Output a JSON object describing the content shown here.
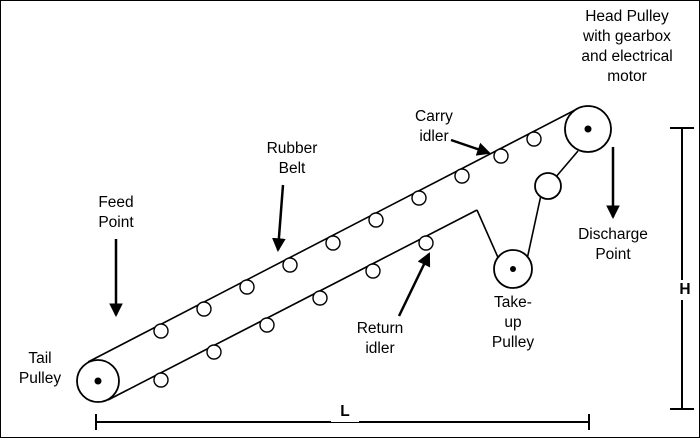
{
  "diagram": {
    "type": "belt-conveyor-schematic",
    "labels": {
      "head_pulley": "Head Pulley\nwith gearbox\nand electrical\nmotor",
      "carry_idler": "Carry\nidler",
      "rubber_belt": "Rubber\nBelt",
      "feed_point": "Feed\nPoint",
      "discharge_point": "Discharge\nPoint",
      "take_up_pulley": "Take-\nup\nPulley",
      "return_idler": "Return\nidler",
      "tail_pulley": "Tail\nPulley",
      "dimension_length": "L",
      "dimension_height": "H"
    },
    "colors": {
      "stroke": "#000000",
      "background": "#ffffff"
    }
  }
}
